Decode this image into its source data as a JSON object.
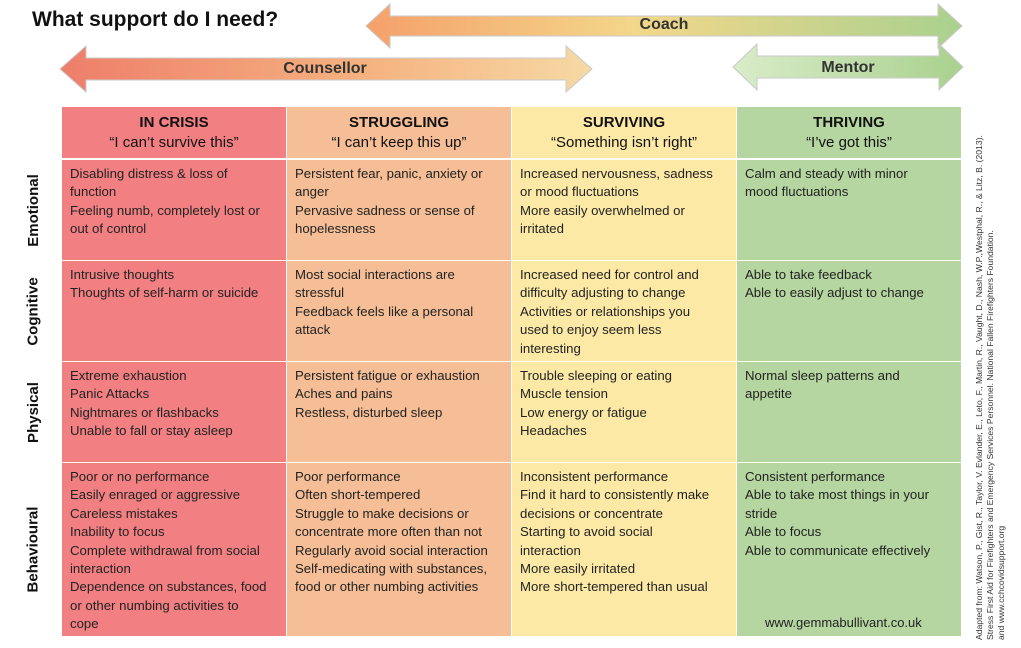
{
  "title": "What support do I need?",
  "arrows": {
    "coach": "Coach",
    "counsellor": "Counsellor",
    "mentor": "Mentor"
  },
  "columns": [
    {
      "heading": "IN CRISIS",
      "quote": "“I can’t survive this”"
    },
    {
      "heading": "STRUGGLING",
      "quote": "“I can’t keep this up”"
    },
    {
      "heading": "SURVIVING",
      "quote": "“Something isn’t right”"
    },
    {
      "heading": "THRIVING",
      "quote": "“I’ve got this”"
    }
  ],
  "rows": [
    {
      "label": "Emotional",
      "cells": [
        [
          "Disabling distress & loss of",
          "function",
          "Feeling numb, completely lost or",
          "out of control"
        ],
        [
          "Persistent fear, panic, anxiety or",
          "anger",
          "Pervasive sadness or sense of",
          "hopelessness"
        ],
        [
          "Increased nervousness, sadness",
          "or mood fluctuations",
          "More easily overwhelmed or",
          "irritated"
        ],
        [
          "Calm and steady with minor",
          "mood fluctuations"
        ]
      ]
    },
    {
      "label": "Cognitive",
      "cells": [
        [
          "Intrusive thoughts",
          "Thoughts of self-harm or suicide"
        ],
        [
          "Most social interactions are",
          "stressful",
          "Feedback feels like a personal",
          "attack"
        ],
        [
          "Increased need for control and",
          "difficulty adjusting to change",
          "Activities or relationships you",
          "used to enjoy seem less",
          "interesting"
        ],
        [
          "Able to take feedback",
          "Able to easily adjust to change"
        ]
      ]
    },
    {
      "label": "Physical",
      "cells": [
        [
          "Extreme exhaustion",
          "Panic Attacks",
          "Nightmares or flashbacks",
          "Unable to fall or stay asleep"
        ],
        [
          "Persistent fatigue or exhaustion",
          "Aches and pains",
          "Restless, disturbed sleep"
        ],
        [
          "Trouble sleeping or eating",
          "Muscle tension",
          "Low energy or fatigue",
          "Headaches"
        ],
        [
          "Normal sleep patterns and",
          "appetite"
        ]
      ]
    },
    {
      "label": "Behavioural",
      "cells": [
        [
          "Poor or no performance",
          "Easily enraged or aggressive",
          "Careless mistakes",
          "Inability to focus",
          "Complete withdrawal from social",
          "interaction",
          "Dependence on substances, food",
          "or other numbing activities to",
          "cope"
        ],
        [
          "Poor performance",
          "Often short-tempered",
          "Struggle to make decisions or",
          "concentrate more often than not",
          "Regularly avoid social interaction",
          "Self-medicating with substances,",
          "food or other numbing activities"
        ],
        [
          "Inconsistent performance",
          "Find it hard to consistently  make",
          "decisions or concentrate",
          "Starting to avoid social",
          "interaction",
          "More easily irritated",
          "More short-tempered than usual"
        ],
        [
          "Consistent performance",
          "Able to take most things in your",
          "stride",
          "Able to focus",
          "Able to communicate effectively"
        ]
      ]
    }
  ],
  "website": "www.gemmabullivant.co.uk",
  "source_lines": [
    "Adapted from: Watson, P., Gist, R., Taylor, V. Evlander, E., Leto, F., Martin, R., Vaught, D., Nash, W.P.,Westphal, R., & Litz, B. (2013).",
    "Stress First Aid for Firefighters and Emergency Services Personnel. National Fallen Firefighters Foundation.",
    "and www.cchcovidsupport.org"
  ],
  "colors": {
    "crisis": "#f28083",
    "struggling": "#f5be96",
    "surviving": "#fde9a6",
    "thriving": "#b5d6a0"
  }
}
